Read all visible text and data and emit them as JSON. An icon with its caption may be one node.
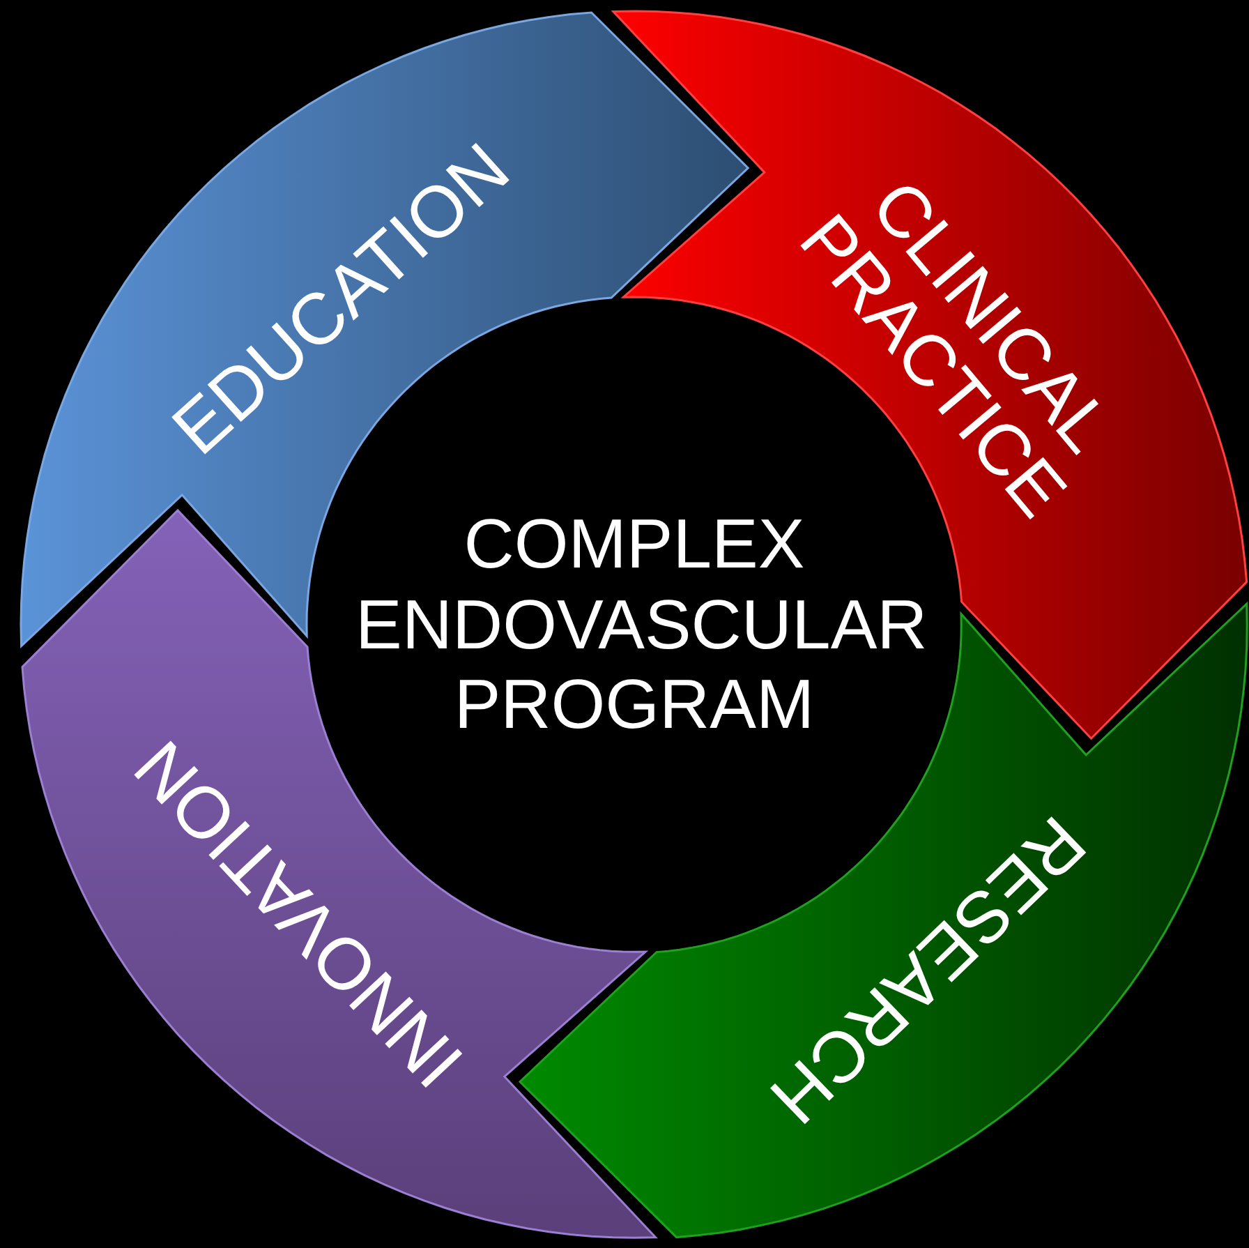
{
  "diagram": {
    "nodes": [
      {
        "text": [
          "COMPLEX ENDOVASCULAR PROGRAM"
        ]
      },
      {
        "text": [
          "EDUCATION"
        ]
      },
      {
        "text": [
          "CLINICAL PRACTICE"
        ]
      },
      {
        "text": [
          "RESEARCH"
        ]
      },
      {
        "text": [
          "INNOVATION"
        ]
      }
    ]
  }
}
